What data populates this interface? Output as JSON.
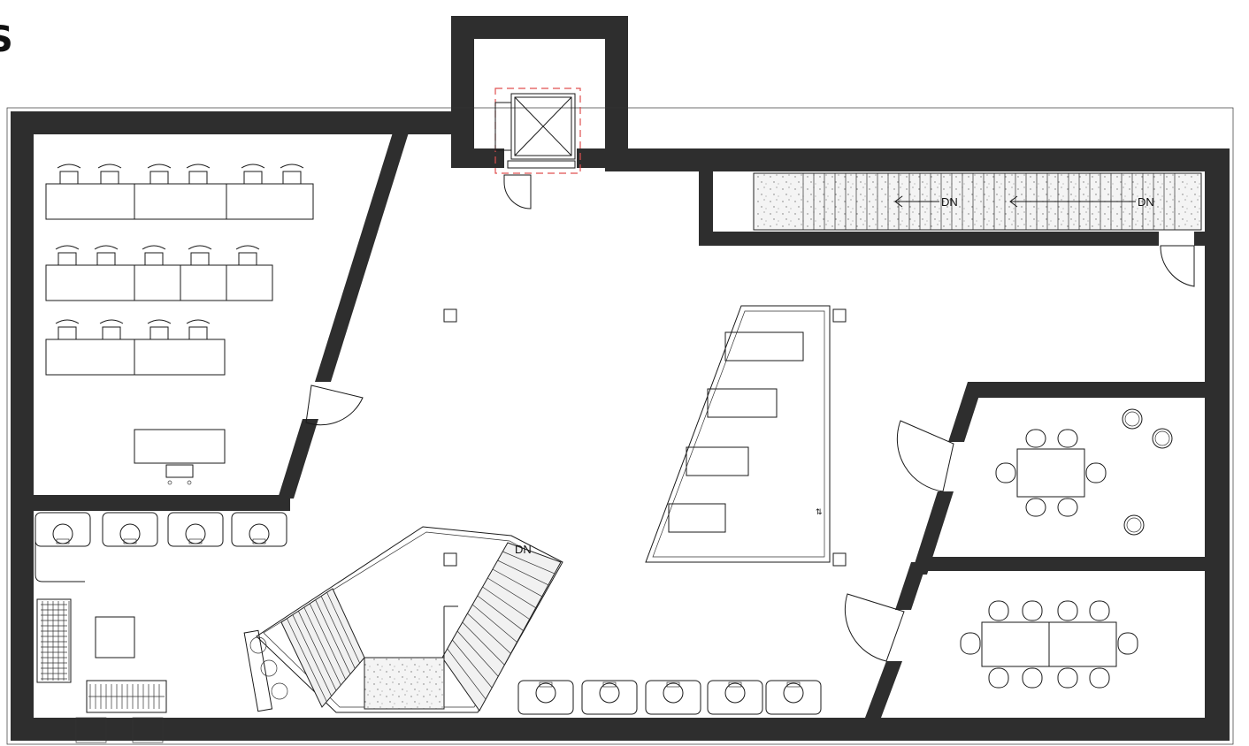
{
  "corner_glyph": "S",
  "stair_labels": {
    "top_flight_left": "DN",
    "top_flight_right": "DN",
    "central_stair": "DN"
  },
  "colors": {
    "wall": "#2e2e2e",
    "line": "#1a1a1a",
    "stair_hatch": "#f1f1f1",
    "elevator_outline": "#e05050"
  }
}
